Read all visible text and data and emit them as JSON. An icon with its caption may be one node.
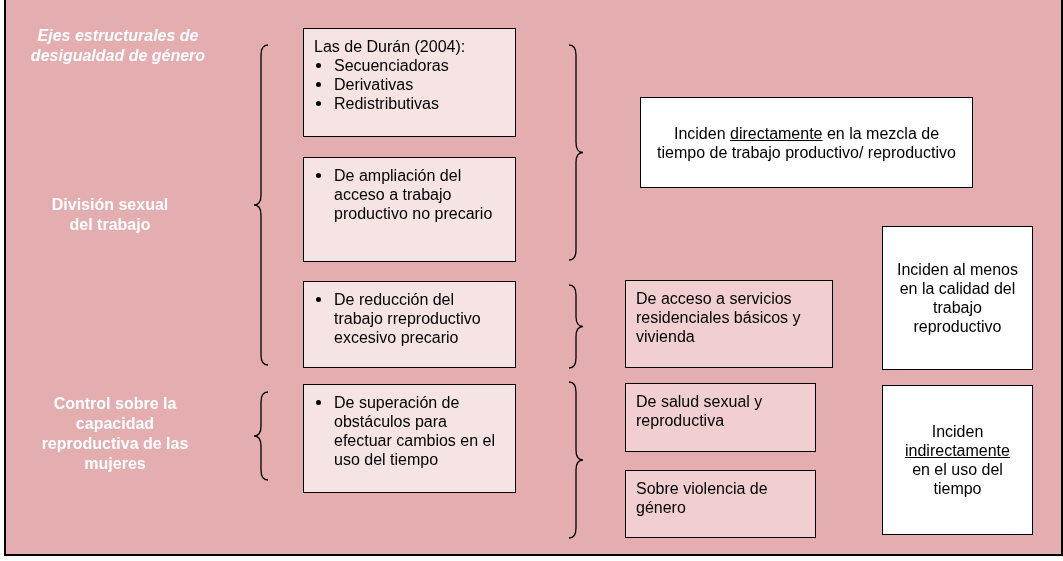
{
  "diagram": {
    "title": "Ejes estructurales de desigualdad de género",
    "nodes": [
      {
        "text": [
          "Las de Durán (2004):",
          "Secuenciadoras",
          "Derivativas",
          "Redistributivas"
        ]
      },
      {
        "text": [
          "De ampliación del acceso a trabajo productivo no precario"
        ]
      },
      {
        "text": [
          "De reducción del trabajo rreproductivo excesivo precario"
        ]
      },
      {
        "text": [
          "De superación de obstáculos para efectuar cambios en el uso del tiempo"
        ]
      },
      {
        "text": [
          "Inciden **directamente** en la mezcla de tiempo de trabajo productivo/ reproductivo"
        ]
      },
      {
        "text": [
          "De acceso a servicios residenciales básicos y vivienda"
        ]
      },
      {
        "text": [
          "Inciden al menos en la calidad del trabajo reproductivo"
        ]
      },
      {
        "text": [
          "De salud sexual y reproductiva"
        ]
      },
      {
        "text": [
          "Sobre violencia de género"
        ]
      },
      {
        "text": [
          "Inciden **indirectamente** en el uso del tiempo"
        ]
      }
    ],
    "edges": [],
    "labels": [
      "División sexual del trabajo",
      "Control sobre la capacidad reproductiva de las mujeres"
    ]
  }
}
